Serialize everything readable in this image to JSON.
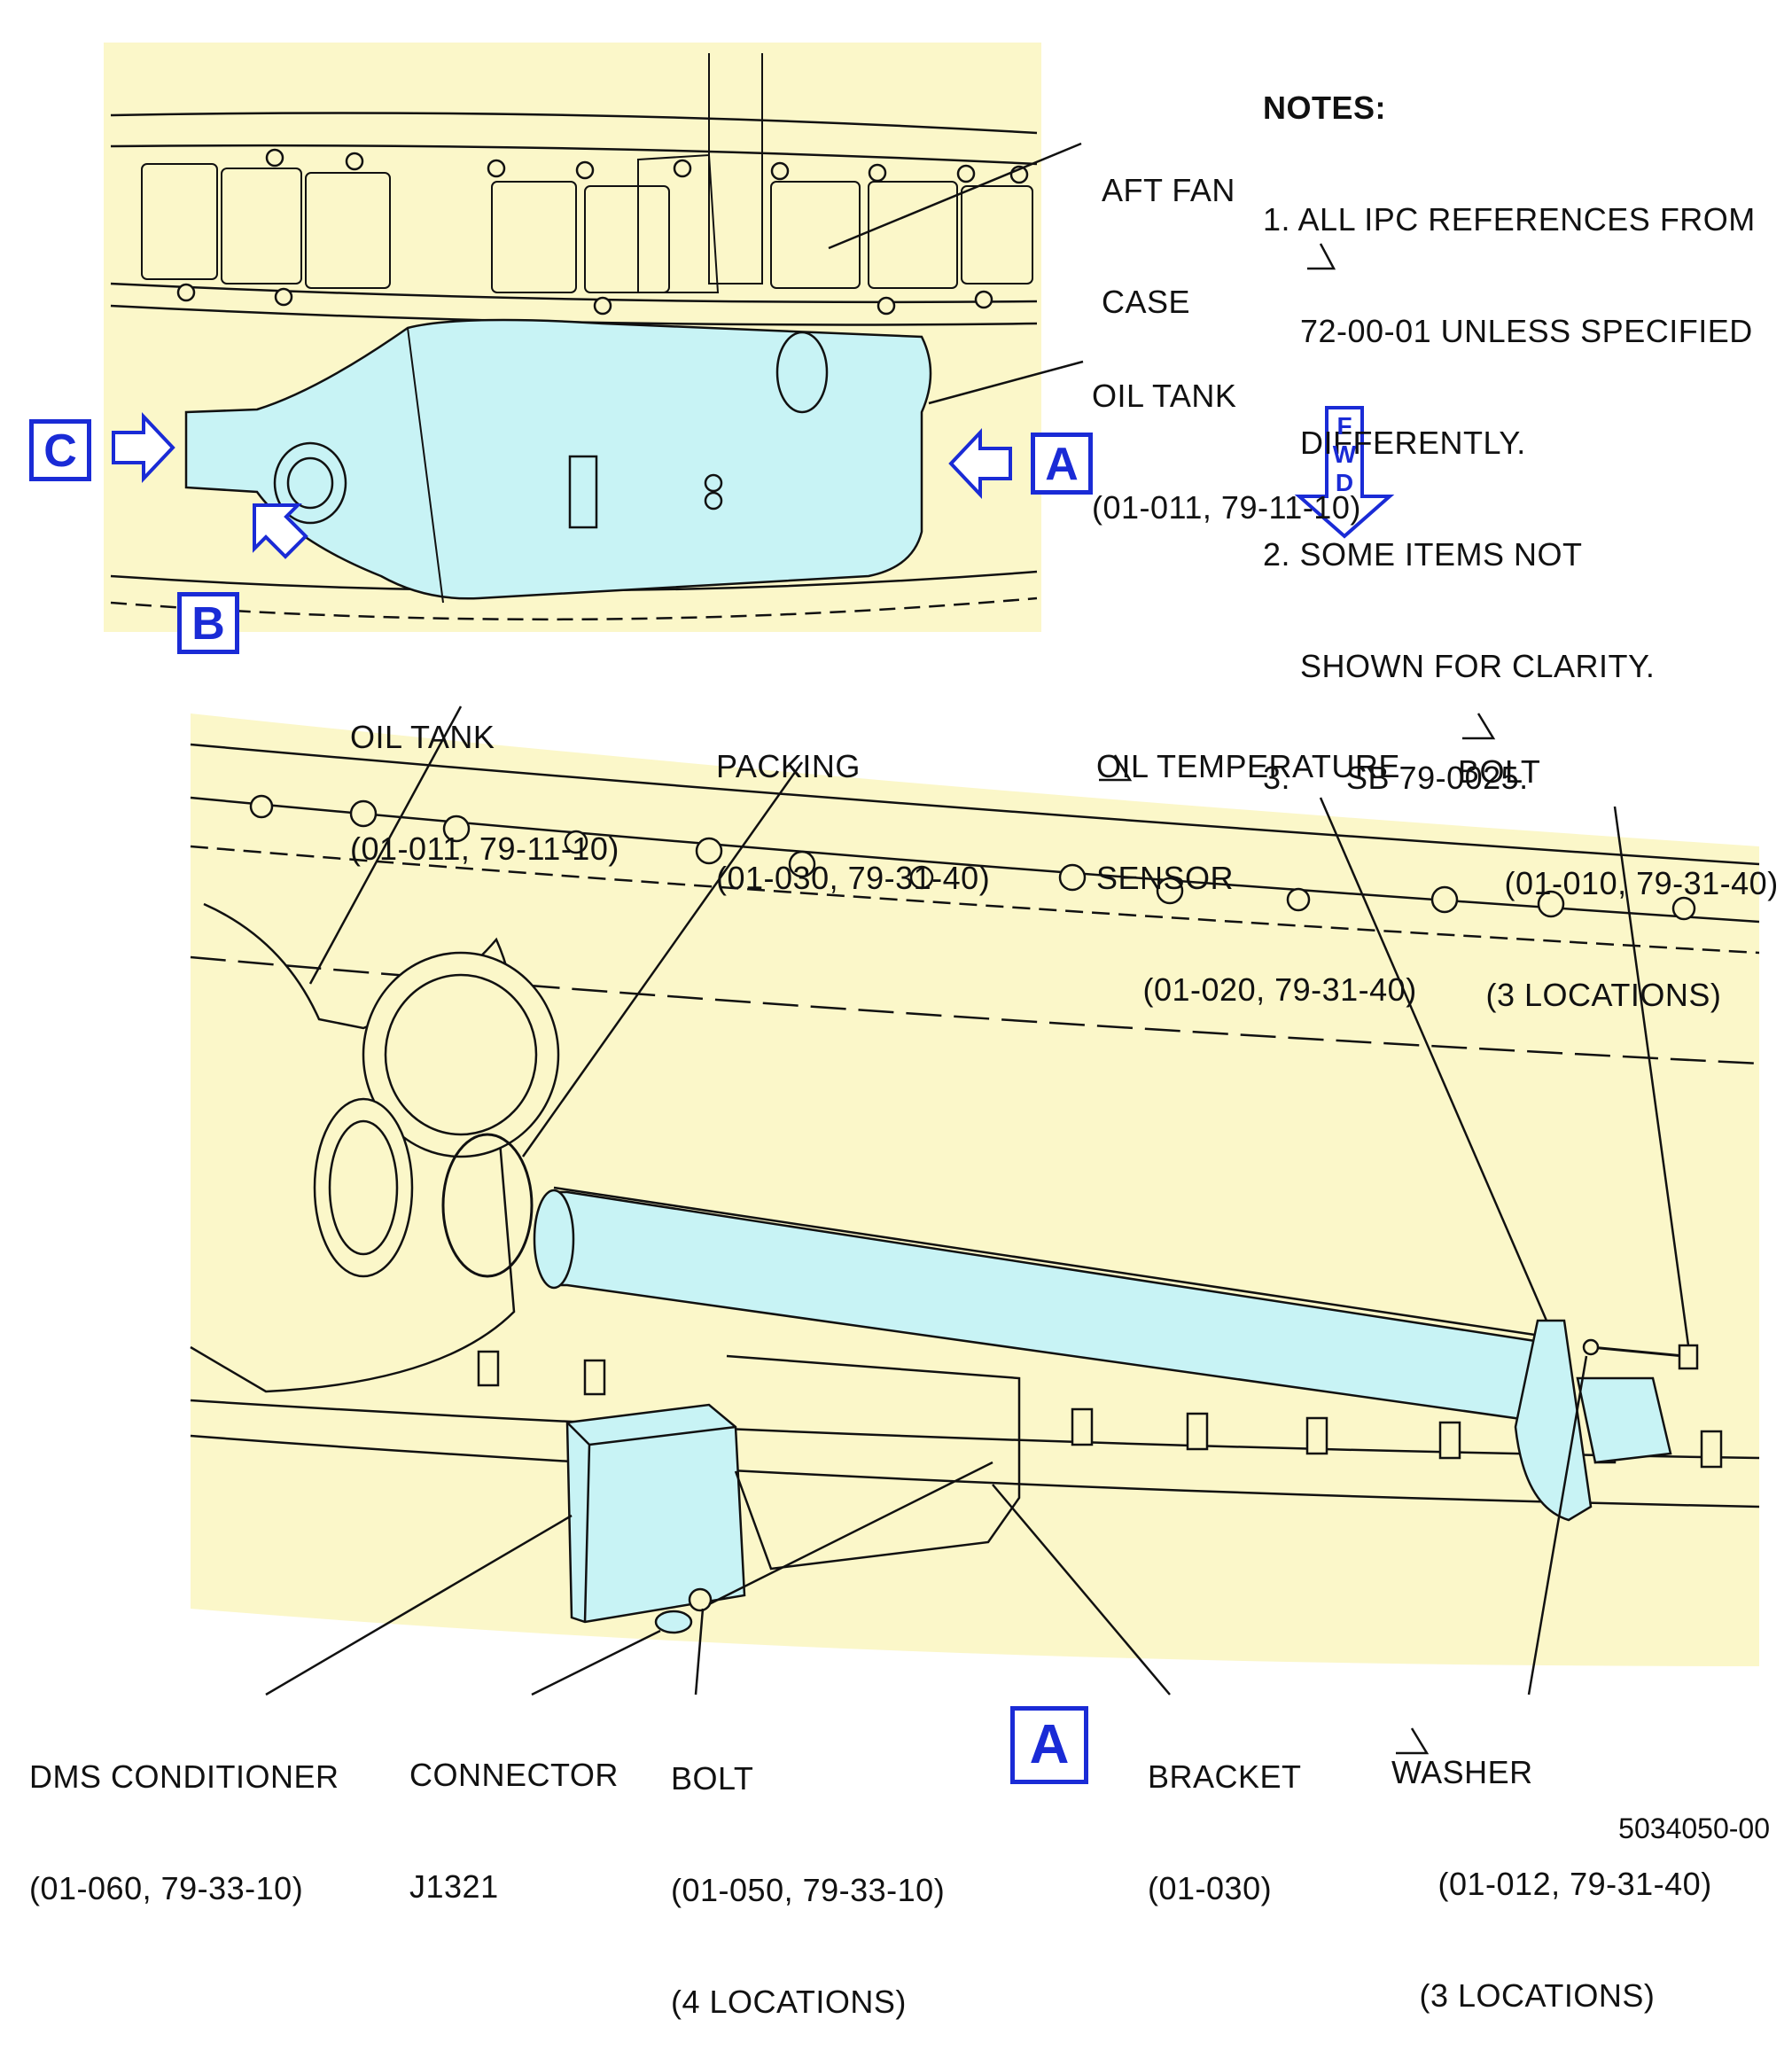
{
  "notes": {
    "title": "NOTES:",
    "items": [
      "1. ALL IPC REFERENCES FROM",
      "    72-00-01 UNLESS SPECIFIED",
      "    DIFFERENTLY.",
      "2. SOME ITEMS NOT",
      "    SHOWN FOR CLARITY.",
      "3.      SB 79-0025."
    ]
  },
  "top_view": {
    "aft_fan_case": [
      "AFT FAN",
      "CASE"
    ],
    "oil_tank": [
      "OIL TANK",
      "(01-011, 79-11-10)"
    ],
    "views": [
      "C",
      "A",
      "B"
    ],
    "fwd": [
      "F",
      "W",
      "D"
    ]
  },
  "detail_view": {
    "oil_tank": [
      "OIL TANK",
      "(01-011, 79-11-10)"
    ],
    "packing": [
      "PACKING",
      "(01-030, 79-31-40)"
    ],
    "sensor": [
      "OIL TEMPERATURE",
      "SENSOR",
      "     (01-020, 79-31-40)"
    ],
    "bolt_top": [
      "BOLT",
      "     (01-010, 79-31-40)",
      "   (3 LOCATIONS)"
    ],
    "dms": [
      "DMS CONDITIONER",
      "(01-060, 79-33-10)"
    ],
    "connector": [
      "CONNECTOR",
      "J1321"
    ],
    "bolt_bottom": [
      "BOLT",
      "(01-050, 79-33-10)",
      "(4 LOCATIONS)"
    ],
    "bracket": [
      "BRACKET",
      "(01-030)"
    ],
    "washer": [
      "WASHER",
      "     (01-012, 79-31-40)",
      "   (3 LOCATIONS)"
    ],
    "view_label": "A"
  },
  "figure_ref": "5034050-00",
  "colors": {
    "background_fill": "#fbf7c9",
    "part_fill": "#c8f3f5",
    "callout_blue": "#1a2bd6",
    "ink": "#111111"
  }
}
